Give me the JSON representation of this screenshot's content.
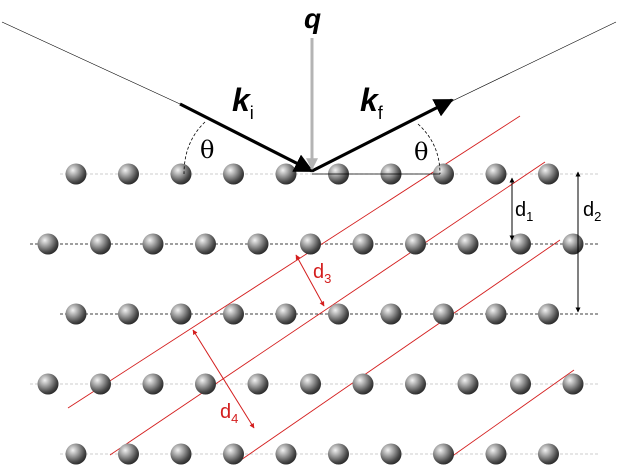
{
  "diagram": {
    "vectors": {
      "q": "q",
      "k_incident": {
        "main": "k",
        "sub": "i"
      },
      "k_final": {
        "main": "k",
        "sub": "f"
      }
    },
    "angle_symbol": "θ",
    "spacings": [
      {
        "main": "d",
        "sub": "1",
        "color": "#000000"
      },
      {
        "main": "d",
        "sub": "2",
        "color": "#000000"
      },
      {
        "main": "d",
        "sub": "3",
        "color": "#d41e1e"
      },
      {
        "main": "d",
        "sub": "4",
        "color": "#d41e1e"
      }
    ],
    "atom_rows": 5,
    "atom_color": "#7a7a7a",
    "plane_color": "#d41e1e"
  }
}
